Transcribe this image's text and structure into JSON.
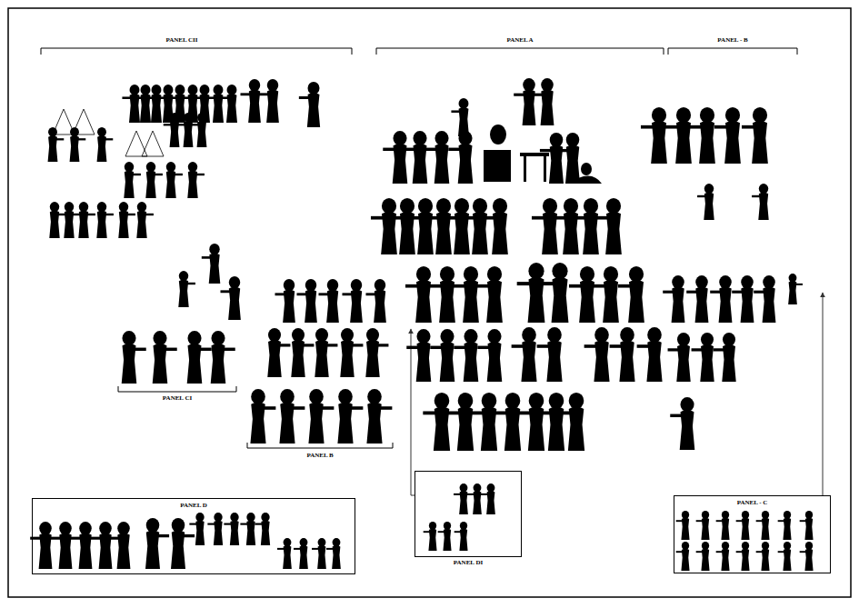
{
  "diagram": {
    "nodes": [
      {
        "text": [
          "PANEL D"
        ]
      },
      {
        "text": [
          "PANEL DI"
        ]
      },
      {
        "text": [
          "PANEL - C"
        ]
      }
    ],
    "labels": [
      "PANEL CII",
      "PANEL A",
      "PANEL - B",
      "PANEL CI",
      "PANEL B"
    ]
  }
}
